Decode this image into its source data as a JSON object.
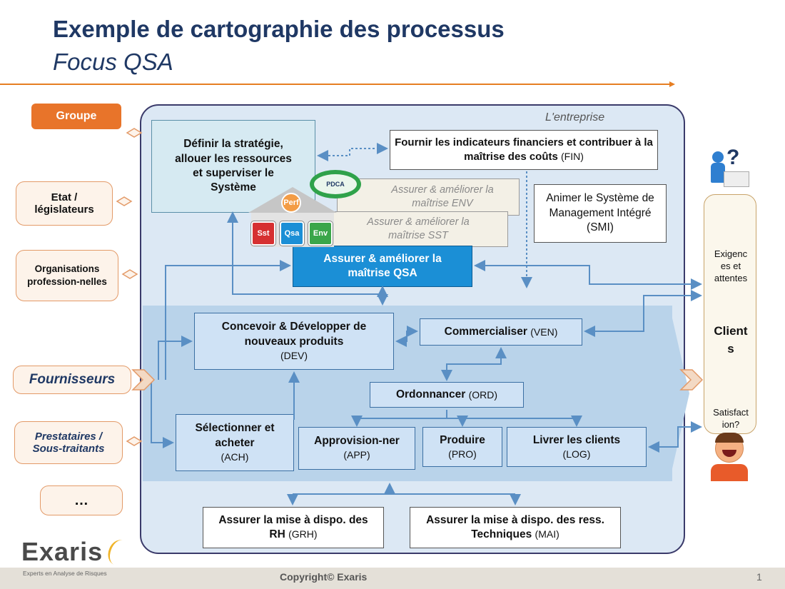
{
  "title": {
    "line1": "Exemple de cartographie des processus",
    "line2": "Focus QSA"
  },
  "company_label": "L'entreprise",
  "left_stakeholders": {
    "groupe": "Groupe",
    "etat": "Etat / législateurs",
    "orgs": "Organisations profession-nelles",
    "fournisseurs": "Fournisseurs",
    "prestataires": "Prestataires / Sous-traitants",
    "other": "…"
  },
  "management": {
    "strategy": "Définir la stratégie, allouer les ressources et superviser le Système",
    "fin_text": "Fournir les indicateurs financiers et contribuer à la maîtrise des coûts",
    "fin_code": "(FIN)",
    "env": "Assurer & améliorer la maîtrise ENV",
    "sst": "Assurer & améliorer la maîtrise SST",
    "qsa": "Assurer & améliorer la maîtrise QSA",
    "smi": "Animer le Système de Management Intégré (SMI)",
    "pdca": "PDCA",
    "perf": "Perf",
    "icons": {
      "s": "Sst",
      "q": "Qsa",
      "e": "Env"
    }
  },
  "operational": {
    "dev_text": "Concevoir & Développer de nouveaux produits",
    "dev_code": "(DEV)",
    "ven_text": "Commercialiser",
    "ven_code": "(VEN)",
    "ord_text": "Ordonnancer",
    "ord_code": "(ORD)",
    "ach_text": "Sélectionner et acheter",
    "ach_code": "(ACH)",
    "app_text": "Approvision-ner",
    "app_code": "(APP)",
    "pro_text": "Produire",
    "pro_code": "(PRO)",
    "log_text": "Livrer les clients",
    "log_code": "(LOG)"
  },
  "support": {
    "grh_text": "Assurer la mise à dispo. des RH",
    "grh_code": "(GRH)",
    "mai_text": "Assurer la mise à dispo. des ress. Techniques",
    "mai_code": "(MAI)"
  },
  "clients": {
    "exigences": "Exigenc es et attentes",
    "name": "Client s",
    "satisfaction": "Satisfact ion?"
  },
  "footer": {
    "logo": "Exaris",
    "tagline": "Experts en Analyse de Risques",
    "copyright": "Copyright© Exaris",
    "page": "1"
  },
  "colors": {
    "title": "#1f3864",
    "accent": "#e67e22",
    "qsa": "#1b8fd6",
    "link": "#5a8fc4"
  }
}
